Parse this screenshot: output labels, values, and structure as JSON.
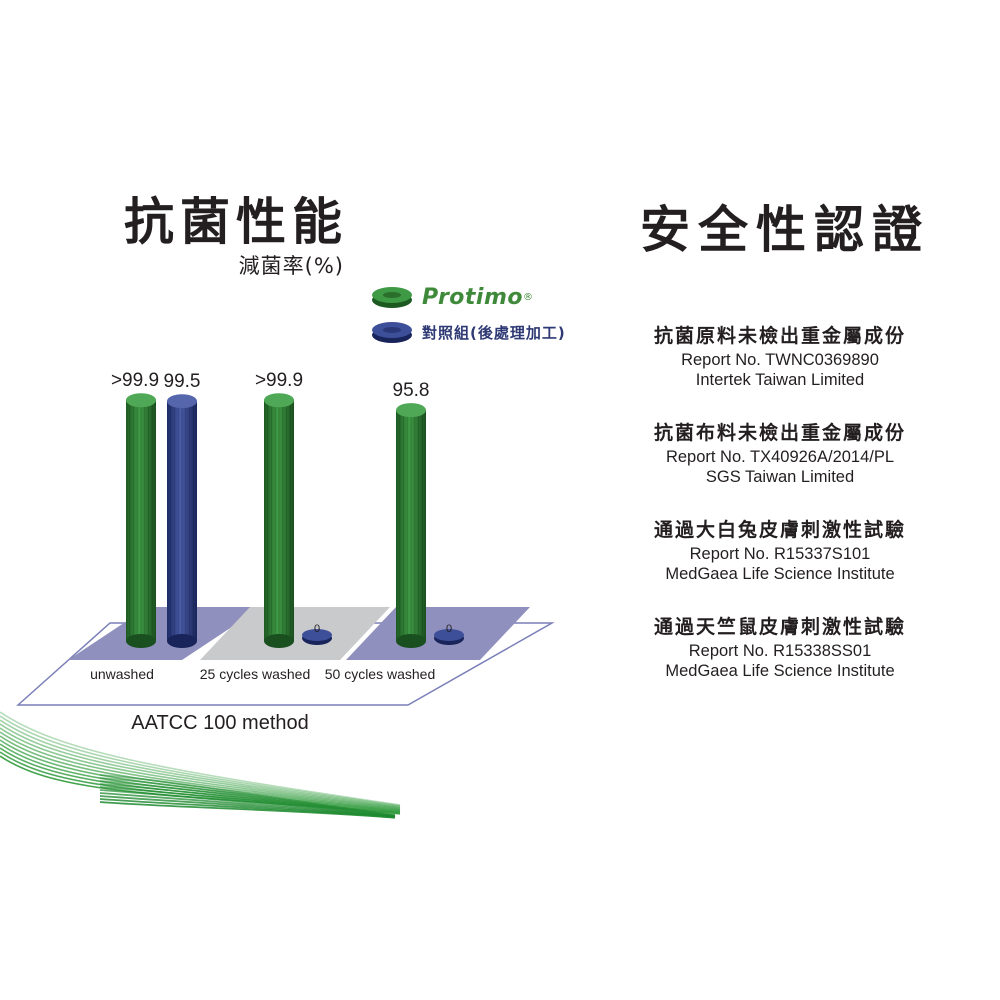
{
  "left_title": "抗菌性能",
  "left_subtitle": "減菌率(%)",
  "right_title": "安全性認證",
  "legend": [
    {
      "label": "Protimo",
      "color": "#2e7d32",
      "mark": "®"
    },
    {
      "label": "對照組(後處理加工)",
      "color": "#2c3e82"
    }
  ],
  "colors": {
    "protimo": "#2e7d32",
    "control": "#2c3e82",
    "stripe": "#2e9a3a"
  },
  "chart_data": {
    "type": "bar",
    "title": "抗菌性能",
    "ylabel": "減菌率(%)",
    "xlabel": "AATCC 100 method",
    "categories": [
      "unwashed",
      "25 cycles washed",
      "50 cycles washed"
    ],
    "ylim": [
      0,
      100
    ],
    "series": [
      {
        "name": "Protimo",
        "values": [
          99.9,
          99.9,
          95.8
        ],
        "labels": [
          ">99.9",
          ">99.9",
          "95.8"
        ]
      },
      {
        "name": "對照組(後處理加工)",
        "values": [
          99.5,
          0,
          0
        ],
        "labels": [
          "99.5",
          "0",
          "0"
        ]
      }
    ]
  },
  "certifications": [
    {
      "title": "抗菌原料未檢出重金屬成份",
      "report": "Report No. TWNC0369890",
      "lab": "Intertek Taiwan Limited"
    },
    {
      "title": "抗菌布料未檢出重金屬成份",
      "report": "Report No. TX40926A/2014/PL",
      "lab": "SGS Taiwan Limited"
    },
    {
      "title": "通過大白兔皮膚刺激性試驗",
      "report": "Report No. R15337S101",
      "lab": "MedGaea Life Science Institute"
    },
    {
      "title": "通過天竺鼠皮膚刺激性試驗",
      "report": "Report No. R15338SS01",
      "lab": "MedGaea Life Science Institute"
    }
  ]
}
